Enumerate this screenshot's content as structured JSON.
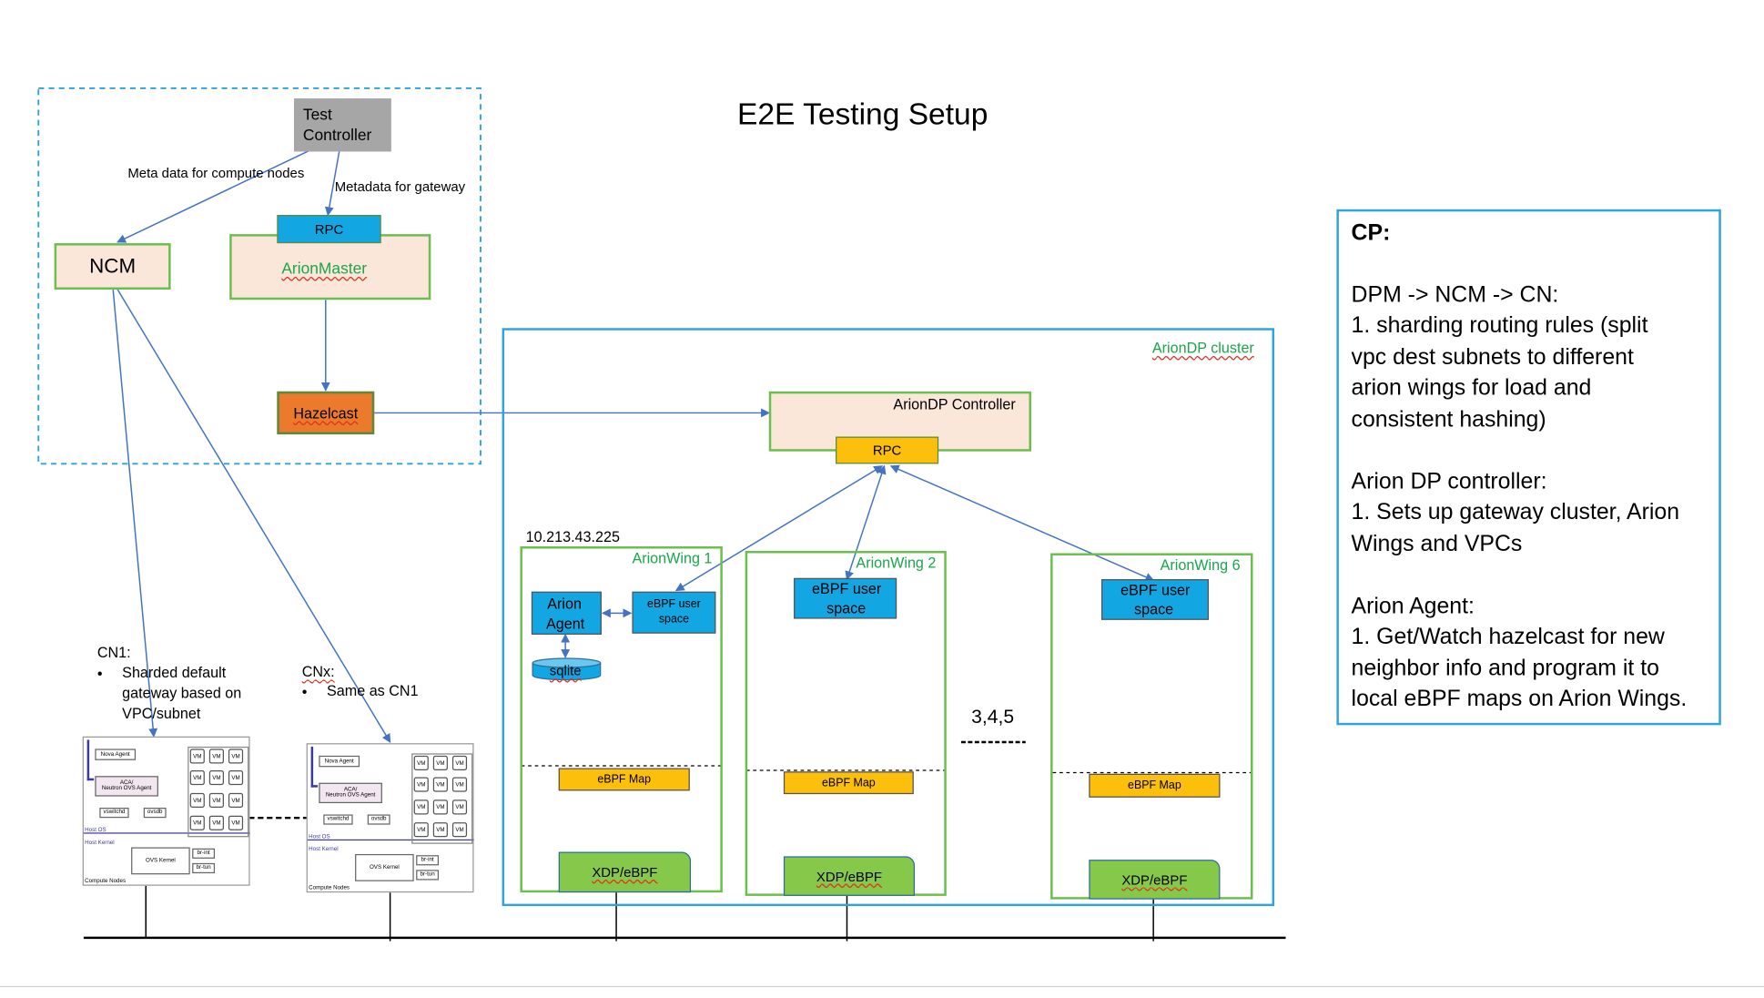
{
  "title": "E2E Testing Setup",
  "colors": {
    "accent_blue": "#2ea3dc",
    "box_green_border": "#6bbf4e",
    "peach_fill": "#fbe6da",
    "rpc_blue": "#12a6e3",
    "rpc_orange": "#fbbf0c",
    "hazelcast_orange": "#ec7a2c",
    "xdp_green": "#86c94a",
    "arrow_blue": "#4472c4"
  },
  "control_plane": {
    "test_controller_line1": "Test",
    "test_controller_line2": "Controller",
    "edge_meta_compute": "Meta data for compute nodes",
    "edge_meta_gateway": "Metadata for gateway",
    "ncm": "NCM",
    "rpc": "RPC",
    "arion_master": "ArionMaster",
    "hazelcast": "Hazelcast"
  },
  "cluster": {
    "label": "ArionDP cluster",
    "controller": "ArionDP Controller",
    "controller_rpc": "RPC",
    "ip": "10.213.43.225",
    "ellipsis_label": "3,4,5",
    "wings": [
      {
        "name": "ArionWing 1",
        "ebpf_user": "eBPF user space",
        "ebpf_map": "eBPF Map",
        "xdp": "XDP/eBPF",
        "agent_line1": "Arion",
        "agent_line2": "Agent",
        "sqlite": "sqlite"
      },
      {
        "name": "ArionWing 2",
        "ebpf_user_l1": "eBPF user",
        "ebpf_user_l2": "space",
        "ebpf_map": "eBPF Map",
        "xdp": "XDP/eBPF"
      },
      {
        "name": "ArionWing 6",
        "ebpf_user_l1": "eBPF user",
        "ebpf_user_l2": "space",
        "ebpf_map": "eBPF Map",
        "xdp": "XDP/eBPF"
      }
    ]
  },
  "compute_nodes": {
    "cn1": {
      "title": "CN1:",
      "bullet_l1": "Sharded default",
      "bullet_l2": "gateway based on",
      "bullet_l3": "VPC/subnet"
    },
    "cnx": {
      "title": "CNx:",
      "bullet": "Same as CN1"
    },
    "diagram": {
      "nova_agent": "Nova Agent",
      "acav_l1": "ACA/",
      "acav_l2": "Neutron OVS Agent",
      "vswitchd": "vswitchd",
      "ovsdb": "ovsdb",
      "host_os": "Host OS",
      "host_kernel": "Host Kernel",
      "ovs_kernel": "OVS Kernel",
      "br_int": "br-int",
      "br_tun": "br-tun",
      "compute_nodes": "Compute Nodes",
      "vm": "VM"
    }
  },
  "cp_notes": {
    "heading": "CP:",
    "lines": [
      "DPM -> NCM -> CN:",
      "1. sharding routing rules (split",
      "vpc dest subnets to different",
      "arion wings for load and",
      "consistent hashing)",
      "Arion DP controller:",
      "1. Sets up gateway cluster, Arion",
      "Wings and VPCs",
      "Arion Agent:",
      "1. Get/Watch hazelcast for new",
      "neighbor info and program it to",
      "local eBPF maps on Arion Wings."
    ]
  }
}
